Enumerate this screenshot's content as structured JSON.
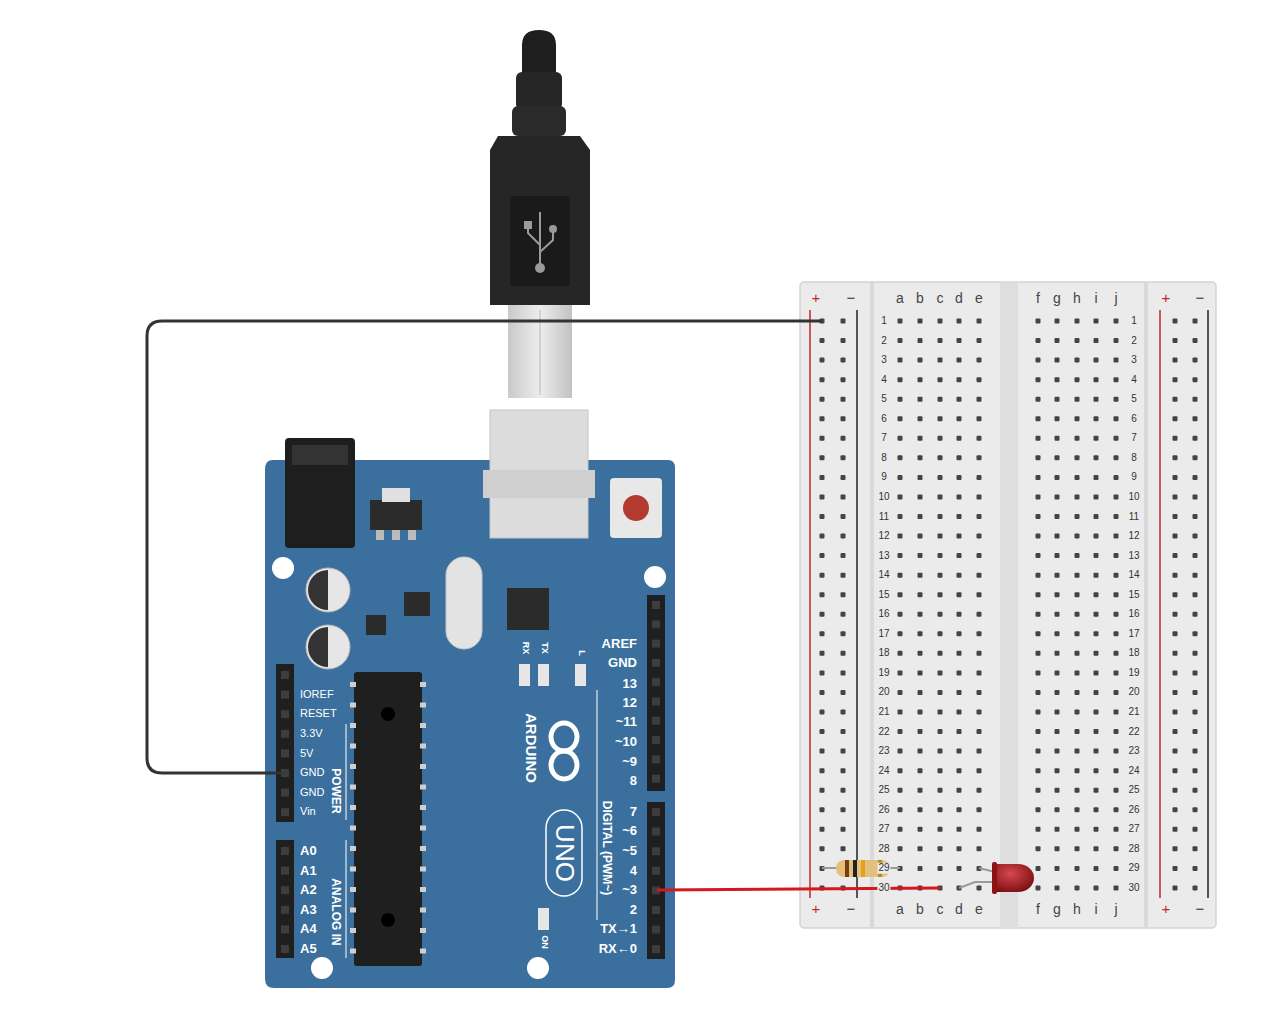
{
  "diagram": {
    "labels": [
      "AREF",
      "GND",
      "13",
      "12",
      "~11",
      "~10",
      "~9",
      "8",
      "7",
      "~6",
      "~5",
      "4",
      "~3",
      "2",
      "TX→1",
      "RX←0",
      "DIGITAL (PWM~)",
      "IOREF",
      "RESET",
      "3.3V",
      "5V",
      "GND",
      "GND",
      "Vin",
      "POWER",
      "A0",
      "A1",
      "A2",
      "A3",
      "A4",
      "A5",
      "ANALOG IN",
      "ARDUINO",
      "UNO",
      "RX",
      "TX",
      "L",
      "ON",
      "+",
      "−",
      "a",
      "b",
      "c",
      "d",
      "e",
      "f",
      "g",
      "h",
      "i",
      "j",
      "+",
      "−",
      "1",
      "2",
      "3",
      "4",
      "5",
      "6",
      "7",
      "8",
      "9",
      "10",
      "11",
      "12",
      "13",
      "14",
      "15",
      "16",
      "17",
      "18",
      "19",
      "20",
      "21",
      "22",
      "23",
      "24",
      "25",
      "26",
      "27",
      "28",
      "29",
      "30",
      "1",
      "2",
      "3",
      "4",
      "5",
      "6",
      "7",
      "8",
      "9",
      "10",
      "11",
      "12",
      "13",
      "14",
      "15",
      "16",
      "17",
      "18",
      "19",
      "20",
      "21",
      "22",
      "23",
      "24",
      "25",
      "26",
      "27",
      "28",
      "29",
      "30",
      "+",
      "−",
      "a",
      "b",
      "c",
      "d",
      "e",
      "f",
      "g",
      "h",
      "i",
      "j",
      "+",
      "−"
    ]
  }
}
